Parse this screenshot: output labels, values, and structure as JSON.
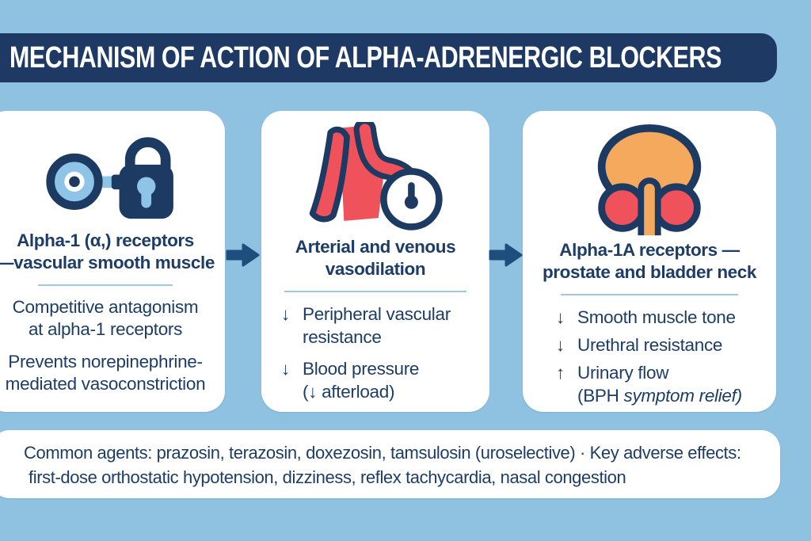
{
  "banner": {
    "title": "MECHANISM OF ACTION OF ALPHA-ADRENERGIC BLOCKERS"
  },
  "colors": {
    "background": "#8fc2e1",
    "banner_navy": "#1e3a64",
    "text_navy": "#1d3d66",
    "arrow_navy": "#1d4e7c",
    "divider_blue": "#9fc9de",
    "icon_coral": "#f0525b",
    "icon_orange": "#f5a95c",
    "icon_light_blue": "#8ec4e8",
    "icon_navy": "#1d3a63",
    "card_white": "#ffffff"
  },
  "cards": [
    {
      "icon": "receptor-lock-icon",
      "title_line1": "Alpha-1 (α,) receptors",
      "title_line2": "—vascular smooth muscle",
      "items": [
        {
          "line1": "Competitive antagonism",
          "line2": "at alpha-1 receptors"
        },
        {
          "line1": "Prevents norepinephrine-",
          "line2": "mediated vasoconstriction"
        }
      ]
    },
    {
      "icon": "vessel-gauge-icon",
      "title_line1": "Arterial and venous",
      "title_line2": "vasodilation",
      "items": [
        {
          "bullet": "↓",
          "line1": "Peripheral vascular",
          "line2": "resistance"
        },
        {
          "bullet": "↓",
          "line1": "Blood pressure",
          "line2": "(↓ afterload)"
        }
      ]
    },
    {
      "icon": "prostate-bladder-icon",
      "title_line1": "Alpha-1A receptors —",
      "title_line2": "prostate and bladder neck",
      "items": [
        {
          "bullet": "↓",
          "line1": "Smooth muscle tone"
        },
        {
          "bullet": "↓",
          "line1": "Urethral resistance"
        },
        {
          "bullet": "↑",
          "line1": "Urinary flow",
          "line2_prefix": "(BPH ",
          "line2_italic": "symptom relief)"
        }
      ]
    }
  ],
  "footer": {
    "line1": "Common agents: prazosin, terazosin, doxezosin, tamsulosin (uroselective) · Key adverse effects:",
    "line2": "first-dose orthostatic hypotension, dizziness, reflex tachycardia, nasal congestion"
  }
}
